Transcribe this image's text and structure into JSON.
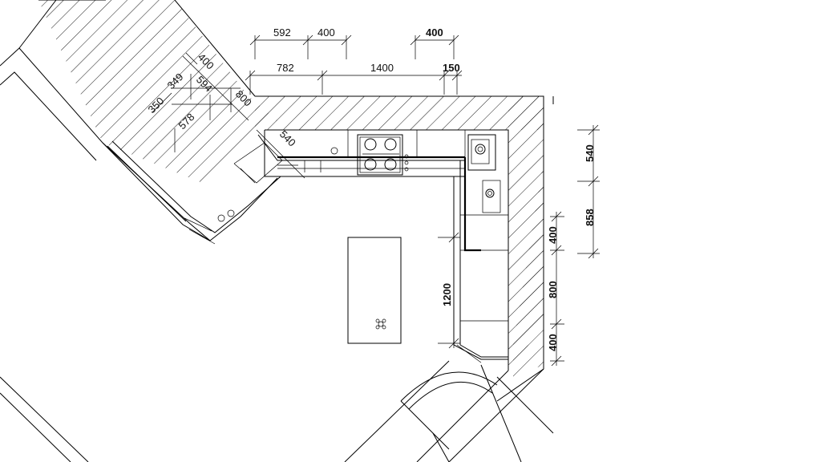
{
  "drawing": {
    "top_dims_row1": [
      {
        "id": "d592",
        "text": "592"
      },
      {
        "id": "d400a",
        "text": "400"
      },
      {
        "id": "d400b",
        "text": "400",
        "bold": true
      }
    ],
    "top_dims_row2": [
      {
        "id": "d782",
        "text": "782"
      },
      {
        "id": "d1400",
        "text": "1400"
      },
      {
        "id": "d150",
        "text": "150",
        "bold": true
      }
    ],
    "diag_dims": [
      {
        "id": "d400c",
        "text": "400"
      },
      {
        "id": "d349",
        "text": "349"
      },
      {
        "id": "d594",
        "text": "594"
      },
      {
        "id": "d350",
        "text": "350"
      },
      {
        "id": "d578",
        "text": "578"
      },
      {
        "id": "d800a",
        "text": "800"
      },
      {
        "id": "d540a",
        "text": "540"
      }
    ],
    "right_dims": [
      {
        "id": "d540b",
        "text": "540"
      },
      {
        "id": "d858",
        "text": "858"
      },
      {
        "id": "d400d",
        "text": "400"
      },
      {
        "id": "d800b",
        "text": "800"
      },
      {
        "id": "d400e",
        "text": "400"
      }
    ],
    "island_dim": {
      "id": "d1200",
      "text": "1200"
    }
  }
}
